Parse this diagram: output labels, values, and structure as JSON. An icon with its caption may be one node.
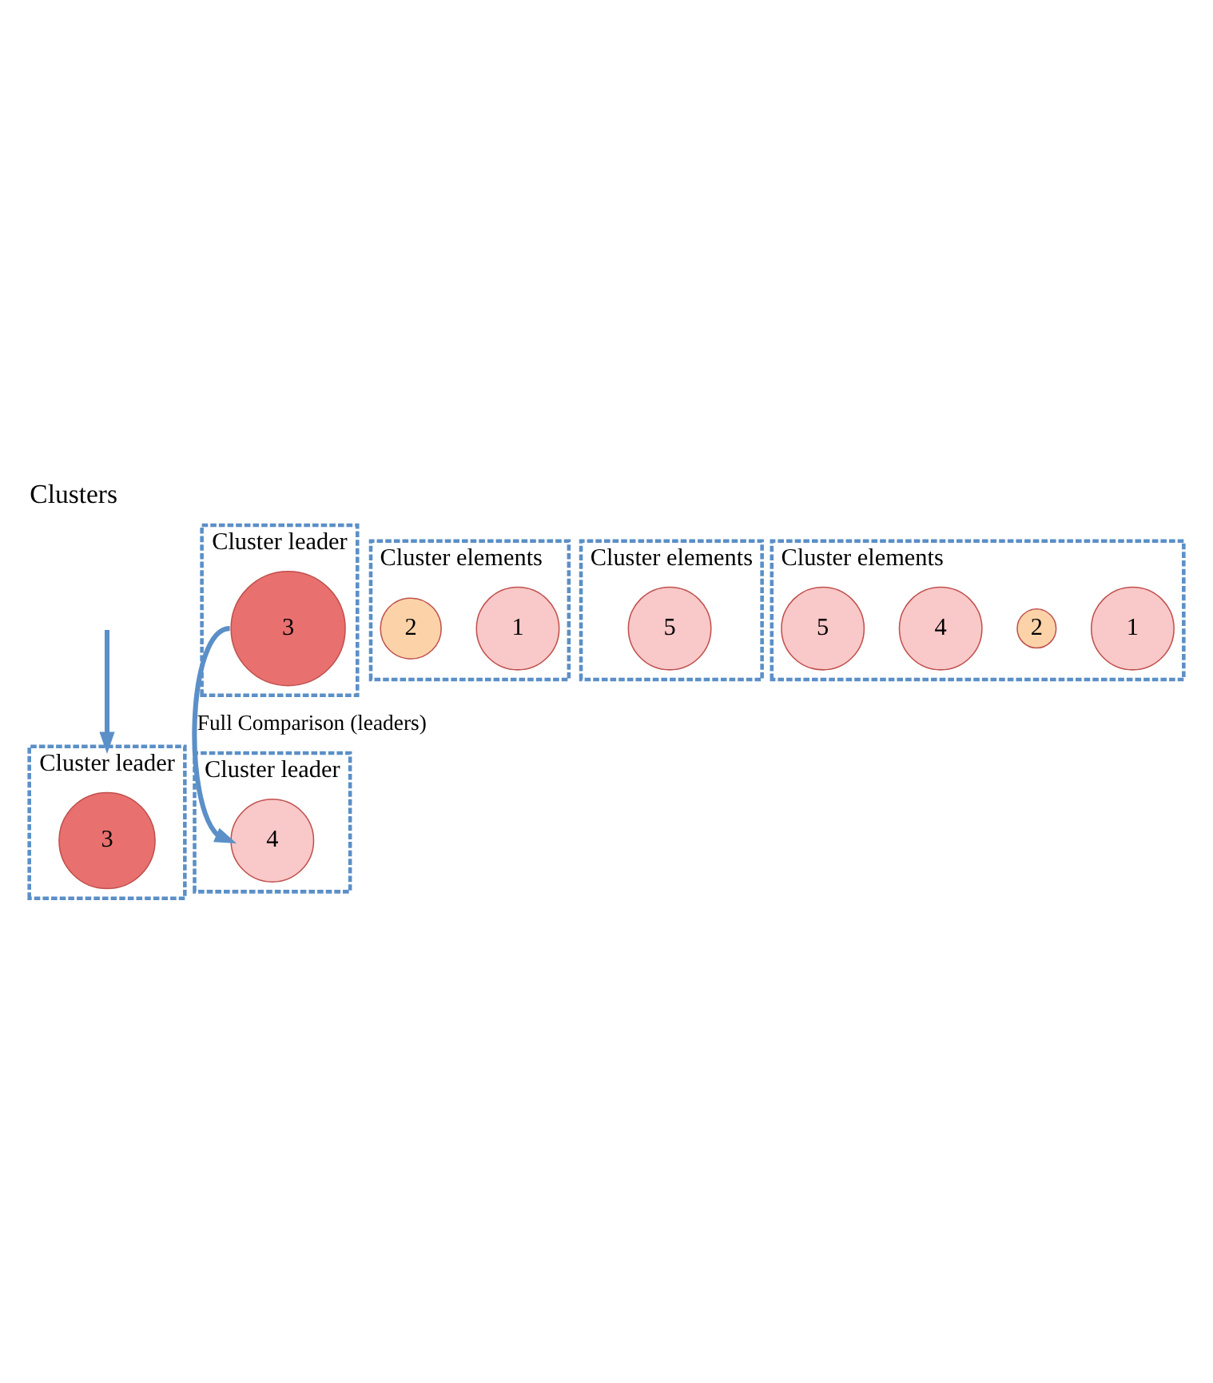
{
  "diagram": {
    "title": "Clusters",
    "nodes": [
      {
        "text": [
          "Cluster leader"
        ]
      },
      {
        "text": [
          "3"
        ],
        "in": 0
      },
      {
        "text": [
          "Cluster elements"
        ]
      },
      {
        "text": [
          "1"
        ],
        "in": 2
      },
      {
        "text": [
          "2"
        ],
        "in": 2
      },
      {
        "text": [
          "Cluster leader"
        ]
      },
      {
        "text": [
          "4"
        ],
        "in": 5
      },
      {
        "text": [
          "Cluster elements"
        ]
      },
      {
        "text": [
          "5"
        ],
        "in": 7
      },
      {
        "text": [
          "Cluster leader"
        ]
      },
      {
        "text": [
          "3"
        ],
        "in": 9
      },
      {
        "text": [
          "Cluster elements"
        ]
      },
      {
        "text": [
          "1"
        ],
        "in": 11
      },
      {
        "text": [
          "2"
        ],
        "in": 11
      },
      {
        "text": [
          "4"
        ],
        "in": 11
      },
      {
        "text": [
          "5"
        ],
        "in": 11
      }
    ],
    "edges": [
      {
        "from": 1,
        "to": 6,
        "arrow": "to",
        "label": "Full Comparison (leaders)"
      },
      {
        "from": null,
        "to": 9,
        "arrow": "to"
      }
    ]
  }
}
